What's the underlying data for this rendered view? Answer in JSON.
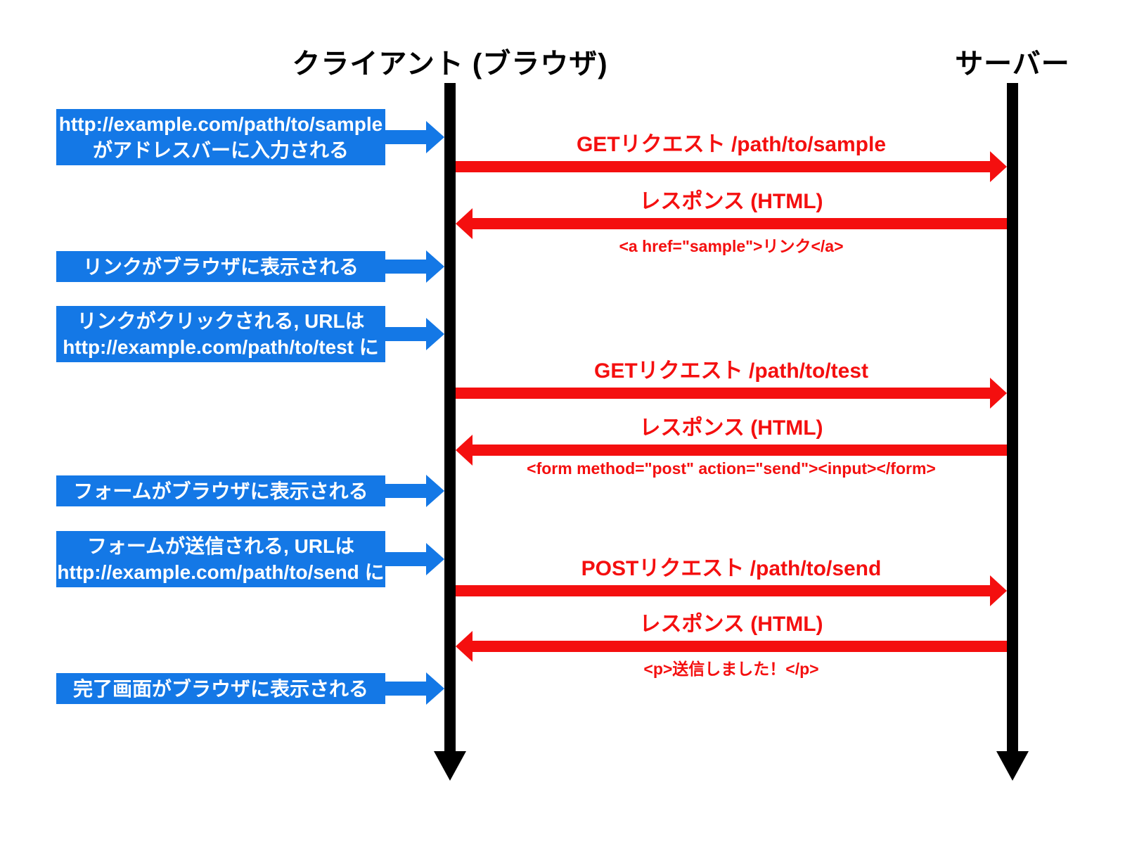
{
  "diagram": {
    "client_title": "クライアント (ブラウザ)",
    "server_title": "サーバー",
    "colors": {
      "event_blue": "#1478e6",
      "message_red": "#f40f0f",
      "lifeline_black": "#000000"
    },
    "client_events": [
      {
        "lines": [
          "http://example.com/path/to/sample",
          "がアドレスバーに入力される"
        ]
      },
      {
        "lines": [
          "リンクがブラウザに表示される"
        ]
      },
      {
        "lines": [
          "リンクがクリックされる, URLは",
          "http://example.com/path/to/test に"
        ]
      },
      {
        "lines": [
          "フォームがブラウザに表示される"
        ]
      },
      {
        "lines": [
          "フォームが送信される, URLは",
          "http://example.com/path/to/send に"
        ]
      },
      {
        "lines": [
          "完了画面がブラウザに表示される"
        ]
      }
    ],
    "messages": [
      {
        "direction": "right",
        "label": "GETリクエスト /path/to/sample",
        "sublabel": ""
      },
      {
        "direction": "left",
        "label": "レスポンス (HTML)",
        "sublabel": "<a href=\"sample\">リンク</a>"
      },
      {
        "direction": "right",
        "label": "GETリクエスト /path/to/test",
        "sublabel": ""
      },
      {
        "direction": "left",
        "label": "レスポンス (HTML)",
        "sublabel": "<form method=\"post\" action=\"send\"><input></form>"
      },
      {
        "direction": "right",
        "label": "POSTリクエスト /path/to/send",
        "sublabel": ""
      },
      {
        "direction": "left",
        "label": "レスポンス (HTML)",
        "sublabel": "<p>送信しました！</p>"
      }
    ]
  }
}
